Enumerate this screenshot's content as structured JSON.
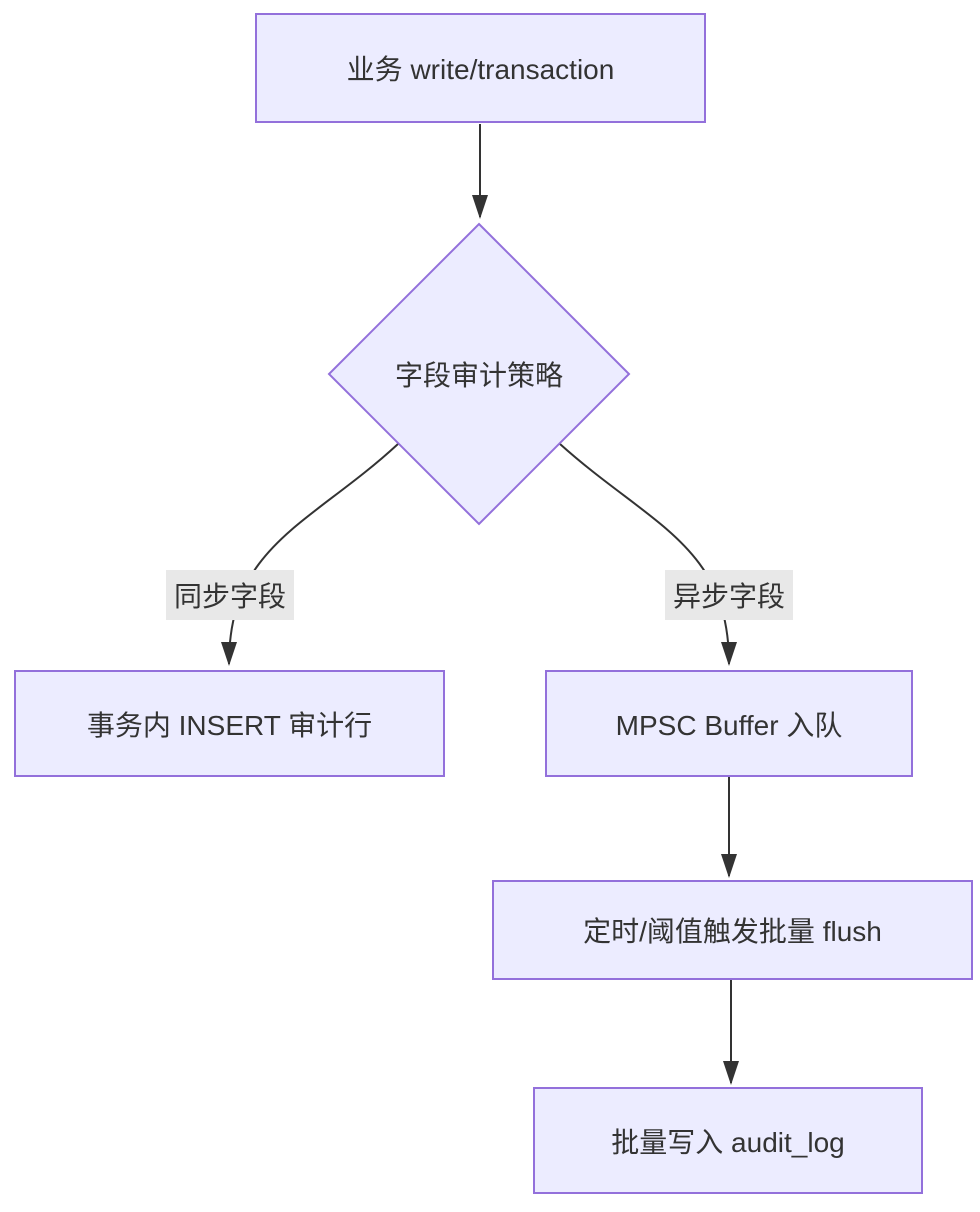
{
  "diagram": {
    "type": "flowchart",
    "direction": "top-down",
    "colors": {
      "node_fill": "#ECECFF",
      "node_border": "#9370DB",
      "edge_color": "#333333",
      "text_color": "#333333",
      "label_bg": "#e8e8e8"
    },
    "nodes": {
      "business": {
        "label": "业务 write/transaction",
        "shape": "rect"
      },
      "decision": {
        "label": "字段审计策略",
        "shape": "diamond"
      },
      "sync_insert": {
        "label": "事务内 INSERT 审计行",
        "shape": "rect"
      },
      "mpsc_enqueue": {
        "label": "MPSC Buffer 入队",
        "shape": "rect"
      },
      "batch_flush": {
        "label": "定时/阈值触发批量 flush",
        "shape": "rect"
      },
      "audit_write": {
        "label": "批量写入 audit_log",
        "shape": "rect"
      }
    },
    "edges": [
      {
        "from": "business",
        "to": "decision",
        "label": ""
      },
      {
        "from": "decision",
        "to": "sync_insert",
        "label": "同步字段"
      },
      {
        "from": "decision",
        "to": "mpsc_enqueue",
        "label": "异步字段"
      },
      {
        "from": "mpsc_enqueue",
        "to": "batch_flush",
        "label": ""
      },
      {
        "from": "batch_flush",
        "to": "audit_write",
        "label": ""
      }
    ]
  }
}
